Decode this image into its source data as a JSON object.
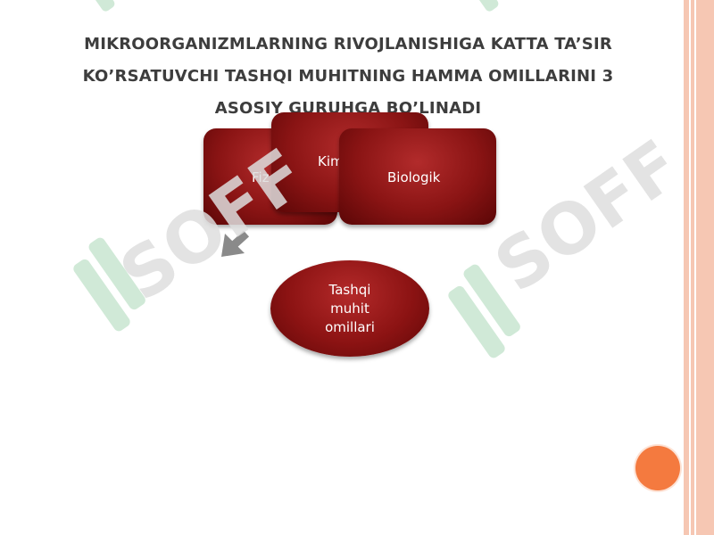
{
  "slide": {
    "title_lines": [
      "MIKROORGANIZMLARNING RIVOJLANISHIGA KATTA TA’SIR",
      "KO’RSATUVCHI TASHQI MUHITNING  HAMMA OMILLARINI 3",
      "ASOSIY GURUHGA BO’LINADI"
    ]
  },
  "diagram": {
    "boxes": [
      {
        "label": "Fiz"
      },
      {
        "label": "Kim"
      },
      {
        "label": "Biologik"
      }
    ],
    "center": {
      "lines": [
        "Tashqi",
        "muhit",
        "omillari"
      ]
    }
  },
  "watermark": {
    "text": "SOFF"
  },
  "colors": {
    "box_fill": "#8a1414",
    "box_highlight": "#b22b2b",
    "title_text": "#3d3d3d",
    "accent_stripe": "#f6c7b3",
    "accent_circle": "#f47a3f",
    "watermark_gray": "#d9d9d9",
    "watermark_green": "#c8e6d0"
  }
}
